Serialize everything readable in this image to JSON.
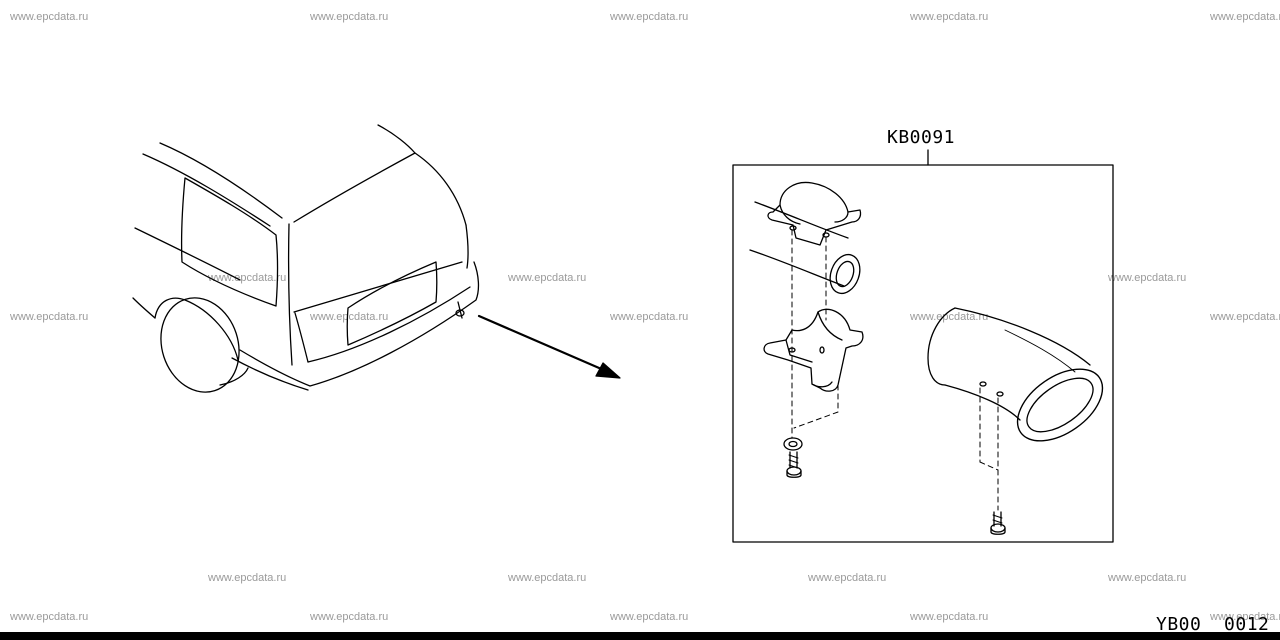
{
  "diagram": {
    "part_label": "KB0091",
    "diagram_code": "YB00  0012",
    "watermark": "www.epcdata.ru"
  }
}
